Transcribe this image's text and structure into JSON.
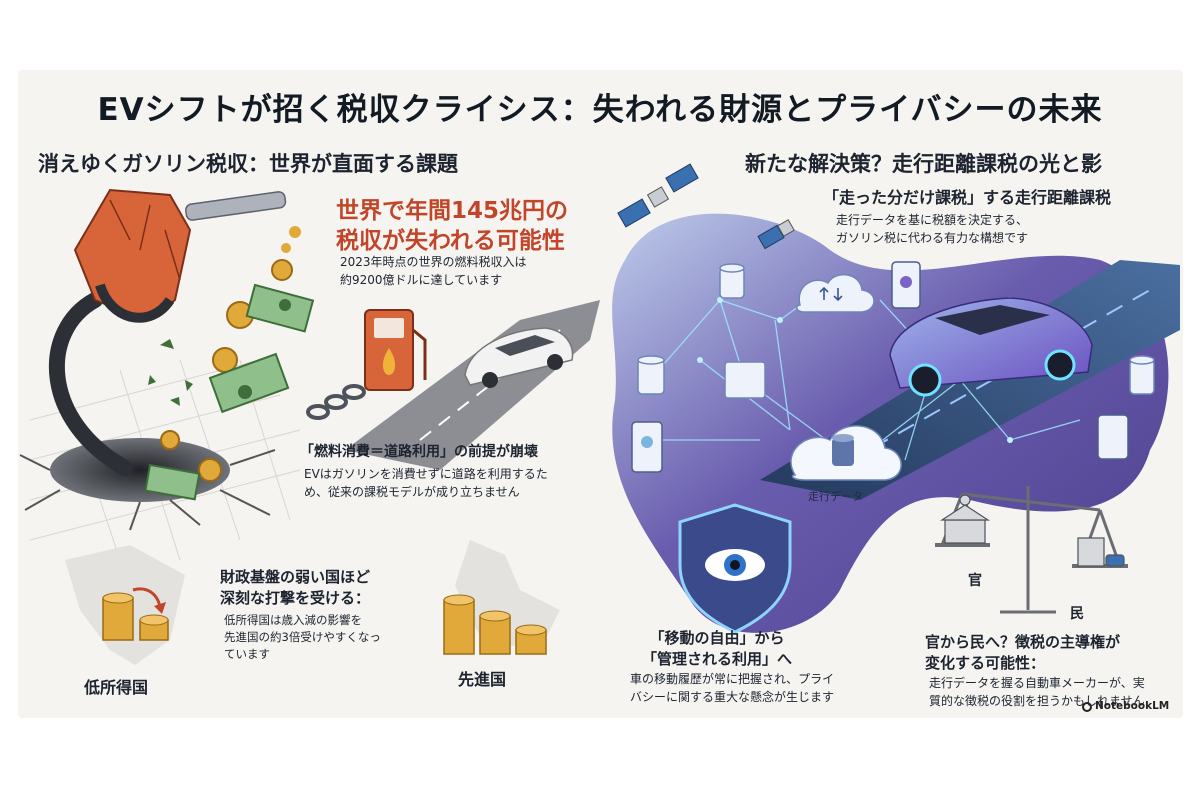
{
  "title": "EVシフトが招く税収クライシス：失われる財源とプライバシーの未来",
  "left_section": {
    "heading": "消えゆくガソリン税収：世界が直面する課題",
    "loss_headline": "世界で年間145兆円の\n税収が失われる可能性",
    "loss_sub": "2023年時点の世界の燃料税収入は\n約9200億ドルに達しています",
    "premise_title": "「燃料消費＝道路利用」の前提が崩壊",
    "premise_desc": "EVはガソリンを消費せずに道路を利用するた\nめ、従来の課税モデルが成り立ちません",
    "weak_title": "財政基盤の弱い国ほど\n深刻な打撃を受ける：",
    "weak_desc": "低所得国は歳入減の影響を\n先進国の約3倍受けやすくなっ\nています",
    "label_low_income": "低所得国",
    "label_developed": "先進国"
  },
  "right_section": {
    "heading": "新たな解決策？走行距離課税の光と影",
    "distance_tax_title": "「走った分だけ課税」する走行距離課税",
    "distance_tax_desc": "走行データを基に税額を決定する、\nガソリン税に代わる有力な構想です",
    "cloud_label": "走行データ",
    "freedom_title": "「移動の自由」から\n「管理される利用」へ",
    "freedom_desc": "車の移動履歴が常に把握され、プライ\nバシーに関する重大な懸念が生じます",
    "label_government": "官",
    "label_private": "民",
    "power_title": "官から民へ？徴税の主導権が\n変化する可能性：",
    "power_desc": "走行データを握る自動車メーカーが、実\n質的な徴税の役割を担うかもしれません"
  },
  "brand": "NotebookLM",
  "colors": {
    "panel_bg": "#f5f4f1",
    "accent_red": "#c2452a",
    "nozzle_orange": "#d8643a",
    "network_purple": "#5d4fa8",
    "network_blue": "#3a6fb0",
    "coin_gold": "#e0a93a",
    "text_dark": "#1d2430"
  },
  "icons": [
    "fuel-nozzle-icon",
    "coin-icon",
    "banknote-icon",
    "gas-pump-icon",
    "chain-icon",
    "car-icon",
    "satellite-icon",
    "cloud-icon",
    "database-icon",
    "smartphone-icon",
    "tablet-icon",
    "shield-eye-icon",
    "scale-icon",
    "government-building-icon",
    "factory-icon",
    "map-icon",
    "notebooklm-logo-icon"
  ]
}
